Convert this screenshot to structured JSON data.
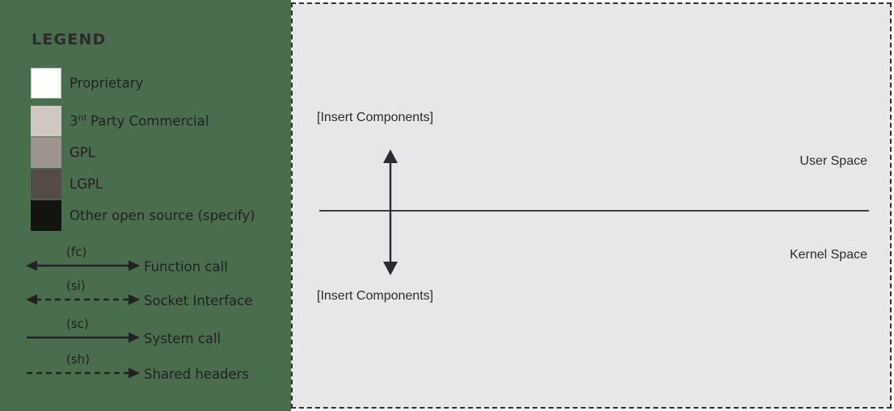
{
  "theme": {
    "legend_background": "#4a6d4e",
    "diagram_background": "#e5e7e8",
    "diagram_border": "#2f2f2f",
    "text_color": "#222222",
    "line_color": "#3a3a42"
  },
  "legend": {
    "title": "LEGEND",
    "color_items": [
      {
        "label": "Proprietary",
        "color": "#ffffff",
        "border": "#c8c8c8"
      },
      {
        "label_prefix": "3",
        "label_sup": "rd",
        "label_rest": " Party Commercial",
        "label": "3rd Party Commercial",
        "color": "#cec8c1",
        "border": "#cec8c1"
      },
      {
        "label": "GPL",
        "color": "#9c948d",
        "border": "#9c948d"
      },
      {
        "label": "LGPL",
        "color": "#554c46",
        "border": "#554c46"
      },
      {
        "label": "Other open source (specify)",
        "color": "#12150f",
        "border": "#12150f"
      }
    ],
    "arrow_items": [
      {
        "code": "(fc)",
        "label": "Function call",
        "style": "solid",
        "heads": "both"
      },
      {
        "code": "(si)",
        "label": "Socket Interface",
        "style": "dashed",
        "heads": "both"
      },
      {
        "code": "(sc)",
        "label": "System call",
        "style": "solid",
        "heads": "right"
      },
      {
        "code": "(sh)",
        "label": "Shared headers",
        "style": "dashed",
        "heads": "right"
      }
    ]
  },
  "diagram": {
    "insert_top": "[Insert Components]",
    "insert_bottom": "[Insert Components]",
    "user_space": "User Space",
    "kernel_space": "Kernel Space"
  }
}
